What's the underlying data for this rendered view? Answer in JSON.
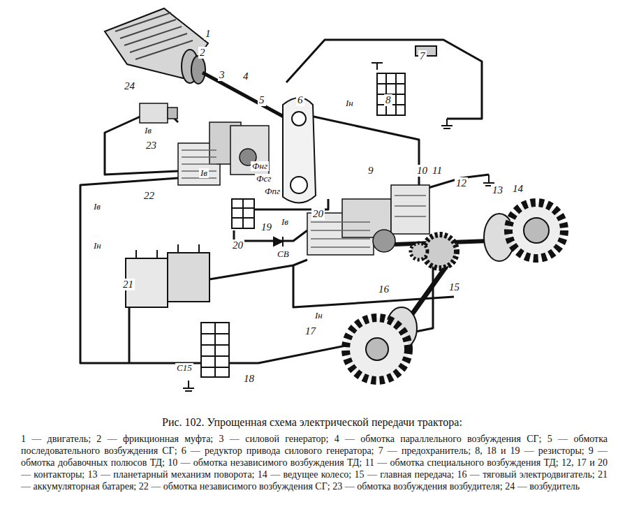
{
  "diagram": {
    "caption": "Рис. 102. Упрощенная схема электрической передачи трактора:",
    "labels": [
      "1",
      "2",
      "3",
      "4",
      "5",
      "6",
      "7",
      "8",
      "9",
      "10",
      "11",
      "12",
      "13",
      "14",
      "15",
      "16",
      "17",
      "18",
      "19",
      "20",
      "20",
      "21",
      "22",
      "23",
      "24",
      "Iв",
      "Iн",
      "Iв",
      "Фнг",
      "Фсг",
      "Фпг",
      "Iв",
      "СВ",
      "Iв",
      "Iн",
      "Iн",
      "С15",
      "1 — двигатель; 2 — фрикционная муфта; 3 — силовой генератор; 4 — обмотка параллельного возбуждения СГ; 5 — обмотка последовательного возбуждения СГ; 6 — редуктор привода силового генератора; 7 — предохранитель; 8, 18 и 19 — резисторы; 9 — обмотка добавочных полюсов ТД; 10 — обмотка независимого возбуждения ТД; 11 — обмотка специального возбуждения ТД; 12, 17 и 20 — контакторы; 13 — планетарный механизм поворота; 14 — ведущее колесо; 15 — главная передача; 16 — тяговый электродвигатель; 21 — аккумуляторная батарея; 22 — обмотка независимого возбуждения СГ; 23 — обмотка возбуждения возбудителя; 24 — возбудитель"
    ]
  }
}
